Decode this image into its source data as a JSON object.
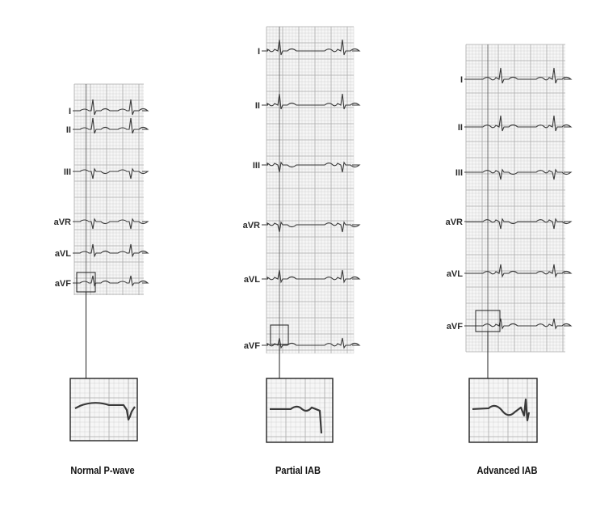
{
  "leads": [
    "I",
    "II",
    "III",
    "aVR",
    "aVL",
    "aVF"
  ],
  "panels": [
    {
      "caption": "Normal P-wave",
      "zoom_trace": "normal"
    },
    {
      "caption": "Partial IAB",
      "zoom_trace": "partial"
    },
    {
      "caption": "Advanced IAB",
      "zoom_trace": "advanced"
    }
  ],
  "colors": {
    "grid_fine": "#d4d4d4",
    "grid_major": "#a9a9a9",
    "paper": "#f6f6f6",
    "trace": "#3a3a3a",
    "lead_label": "#2b2b2b"
  }
}
